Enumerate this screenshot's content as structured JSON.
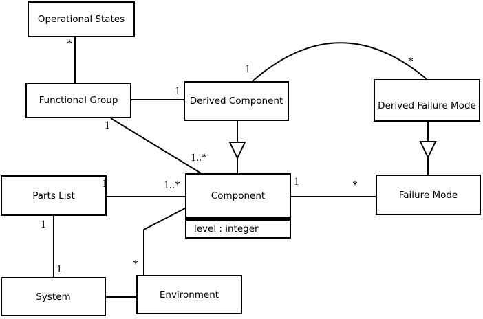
{
  "colors": {
    "background": "#ffffff",
    "stroke": "#000000",
    "box_fill": "#ffffff",
    "text": "#000000"
  },
  "classes": {
    "operational_states": {
      "name": "Operational States"
    },
    "functional_group": {
      "name": "Functional Group"
    },
    "derived_component": {
      "name": "Derived Component"
    },
    "derived_failure_mode": {
      "name": "Derived Failure Mode"
    },
    "parts_list": {
      "name": "Parts List"
    },
    "component": {
      "name": "Component",
      "attribute": "level : integer"
    },
    "failure_mode": {
      "name": "Failure Mode"
    },
    "system": {
      "name": "System"
    },
    "environment": {
      "name": "Environment"
    }
  },
  "multiplicities": {
    "opstates_fg_star": "*",
    "fg_dc_one": "1",
    "fg_comp_one": "1",
    "fg_comp_many": "1..*",
    "dc_arc_one": "1",
    "dfm_arc_star": "*",
    "comp_fm_one": "1",
    "comp_fm_star": "*",
    "pl_comp_one": "1",
    "pl_comp_many": "1..*",
    "pl_sys_one": "1",
    "sys_pl_one": "1",
    "env_comp_star": "*"
  },
  "relationships": [
    {
      "from": "Operational States",
      "to": "Functional Group",
      "type": "association"
    },
    {
      "from": "Functional Group",
      "to": "Derived Component",
      "type": "association"
    },
    {
      "from": "Functional Group",
      "to": "Component",
      "type": "association"
    },
    {
      "from": "Derived Component",
      "to": "Derived Failure Mode",
      "type": "association-arc"
    },
    {
      "from": "Derived Component",
      "to": "Component",
      "type": "generalization"
    },
    {
      "from": "Derived Failure Mode",
      "to": "Failure Mode",
      "type": "generalization"
    },
    {
      "from": "Component",
      "to": "Failure Mode",
      "type": "association"
    },
    {
      "from": "Parts List",
      "to": "Component",
      "type": "association"
    },
    {
      "from": "Parts List",
      "to": "System",
      "type": "association"
    },
    {
      "from": "System",
      "to": "Environment",
      "type": "association"
    },
    {
      "from": "Component",
      "to": "Environment",
      "type": "association"
    }
  ]
}
